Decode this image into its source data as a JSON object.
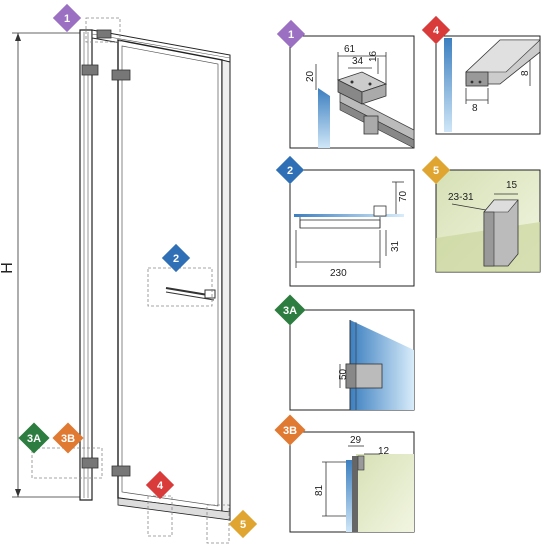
{
  "badges": {
    "b1": {
      "label": "1",
      "color": "#9b6fc2"
    },
    "b2": {
      "label": "2",
      "color": "#2f6fb6"
    },
    "b3a": {
      "label": "3A",
      "color": "#2e7d40"
    },
    "b3b": {
      "label": "3B",
      "color": "#e07a33"
    },
    "b4": {
      "label": "4",
      "color": "#d93b3b"
    },
    "b5": {
      "label": "5",
      "color": "#e0a530"
    }
  },
  "main": {
    "height_label": "H"
  },
  "detail1": {
    "d61": "61",
    "d34": "34",
    "d16": "16",
    "d20": "20"
  },
  "detail4": {
    "d8a": "8",
    "d8b": "8"
  },
  "detail2": {
    "d70": "70",
    "d31": "31",
    "d230": "230"
  },
  "detail5": {
    "d2331": "23-31",
    "d15": "15"
  },
  "detail3a": {
    "d50": "50"
  },
  "detail3b": {
    "d29": "29",
    "d12": "12",
    "d81": "81"
  }
}
